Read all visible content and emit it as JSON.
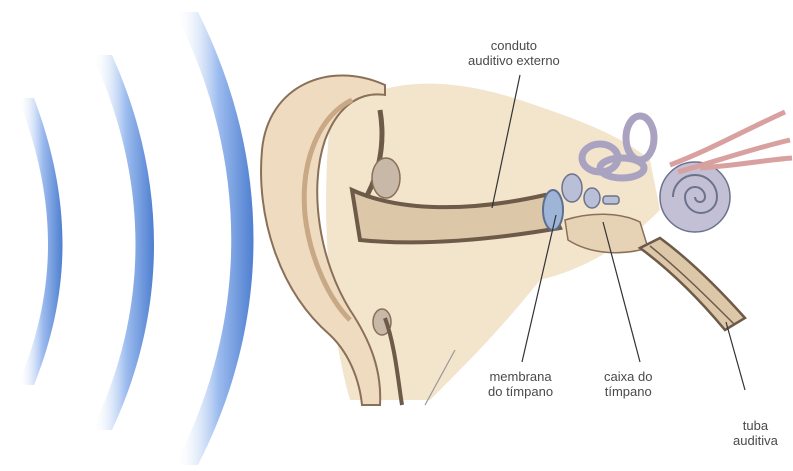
{
  "labels": {
    "canal": {
      "line1": "conduto",
      "line2": "auditivo externo"
    },
    "eardrum": {
      "line1": "membrana",
      "line2": "do tímpano"
    },
    "cavity": {
      "line1": "caixa do",
      "line2": "tímpano"
    },
    "tube": {
      "line1": "tuba",
      "line2": "auditiva"
    }
  },
  "colors": {
    "wave": "#7fa6e0",
    "skin": "#efdcc0",
    "skin_dark": "#e3c9a5",
    "outline": "#6e5a48",
    "inner_ear": "#b7b2c8",
    "nerve": "#d9a0a0",
    "leader": "#333333"
  }
}
